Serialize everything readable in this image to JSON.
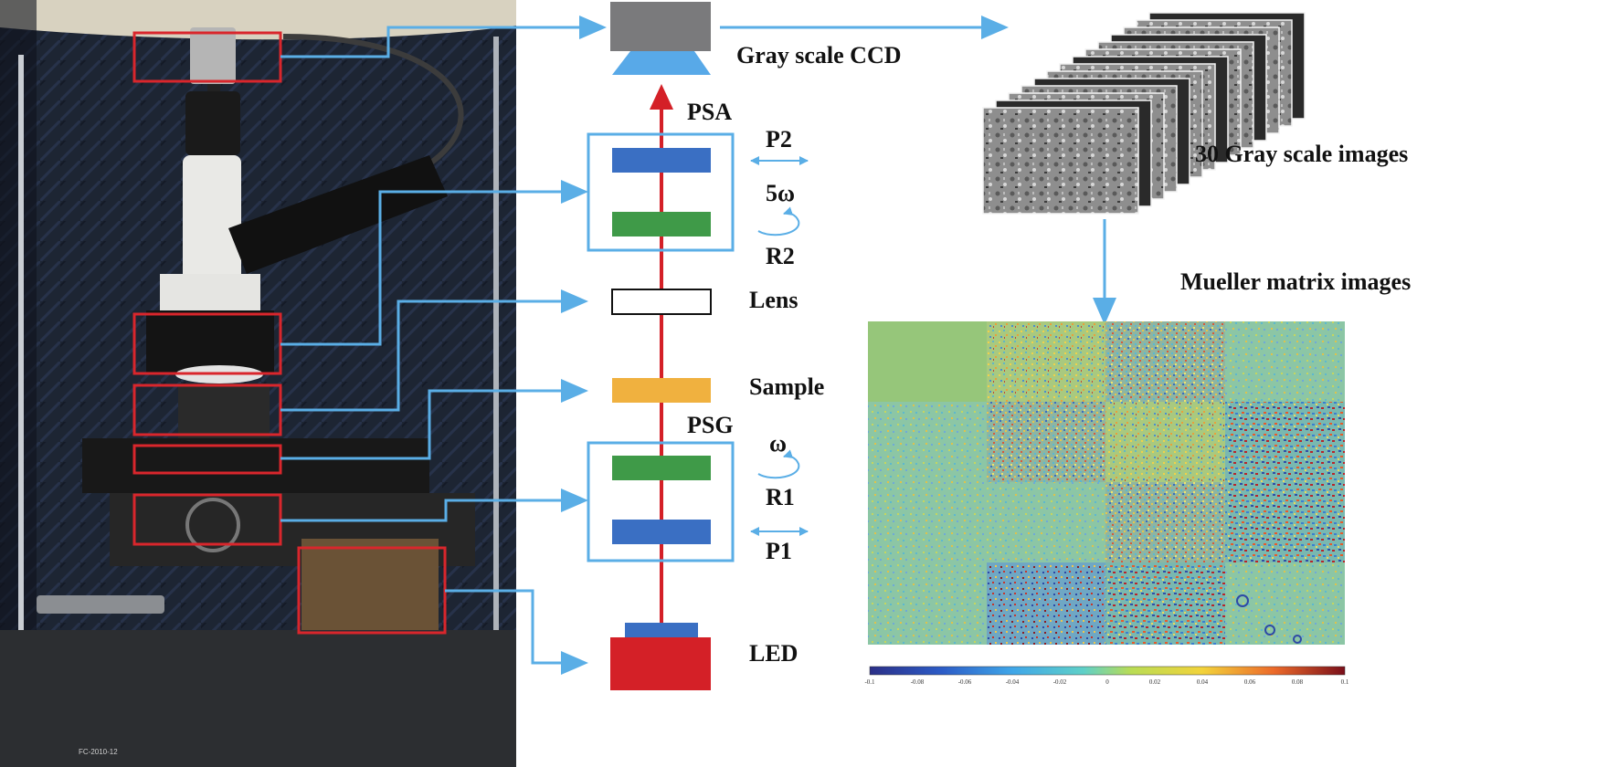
{
  "labels": {
    "ccd": "Gray scale CCD",
    "gray_images": "30 Gray scale images",
    "mueller_images": "Mueller matrix images",
    "psa": "PSA",
    "p2": "P2",
    "rot_psa": "5ω",
    "r2": "R2",
    "lens": "Lens",
    "sample": "Sample",
    "psg": "PSG",
    "rot_psg": "ω",
    "r1": "R1",
    "p1": "P1",
    "led": "LED"
  },
  "colorbar": {
    "ticks": [
      "-0.1",
      "-0.08",
      "-0.06",
      "-0.04",
      "-0.02",
      "0",
      "0.02",
      "0.04",
      "0.06",
      "0.08",
      "0.1"
    ]
  },
  "photo_plate_text": "FC-2010-12",
  "colors": {
    "highlight_box": "#d9262c",
    "connector": "#5aaee6",
    "beam": "#d42027",
    "polarizer": "#3a6fc3",
    "retarder": "#3f9a48",
    "sample": "#f0b13f",
    "led": "#d42027",
    "ccd_body": "#7a7a7c",
    "ccd_lens": "#58a9e8",
    "mueller_m11": "#96c67a"
  }
}
